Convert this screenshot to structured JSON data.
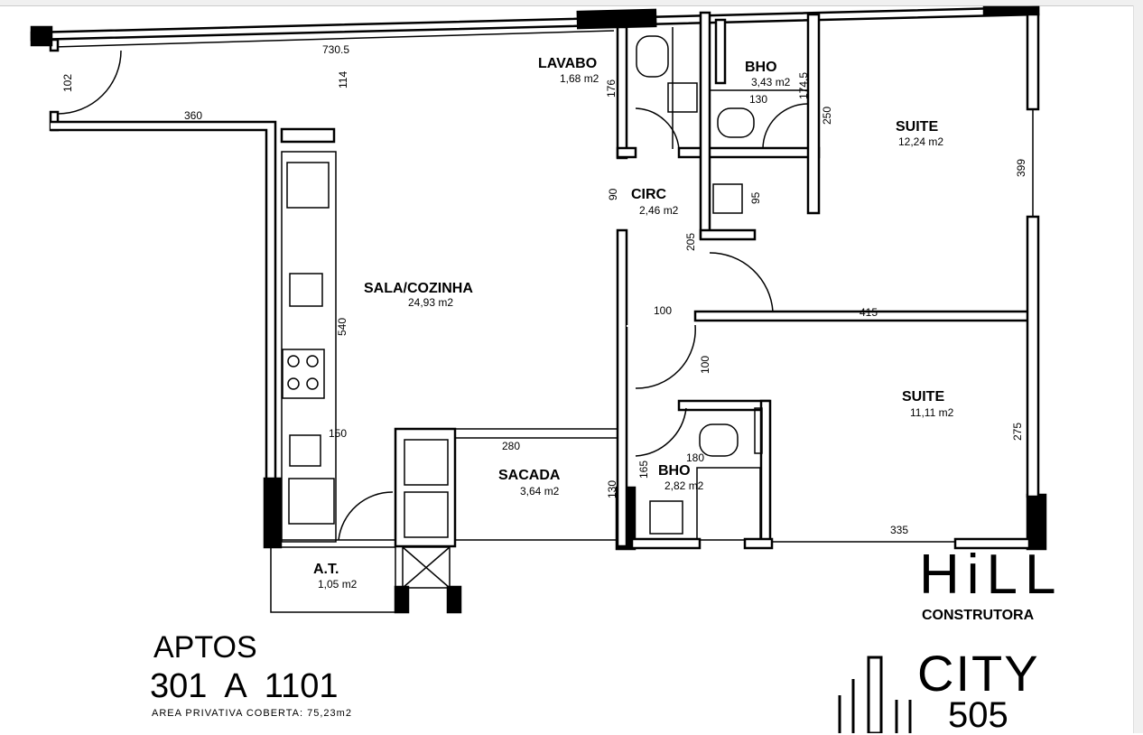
{
  "rooms": {
    "lavabo": {
      "name": "LAVABO",
      "area": "1,68 m2"
    },
    "bho_top": {
      "name": "BHO",
      "area": "3,43 m2"
    },
    "suite_top": {
      "name": "SUITE",
      "area": "12,24 m2"
    },
    "circ": {
      "name": "CIRC",
      "area": "2,46 m2"
    },
    "sala": {
      "name": "SALA/COZINHA",
      "area": "24,93 m2"
    },
    "suite_bottom": {
      "name": "SUITE",
      "area": "11,11 m2"
    },
    "sacada": {
      "name": "SACADA",
      "area": "3,64 m2"
    },
    "bho_bottom": {
      "name": "BHO",
      "area": "2,82 m2"
    },
    "at": {
      "name": "A.T.",
      "area": "1,05 m2"
    }
  },
  "dimensions": {
    "d730": "730.5",
    "d102": "102",
    "d114": "114",
    "d360": "360",
    "d176": "176",
    "d130a": "130",
    "d174": "174.5",
    "d250": "250",
    "d399": "399",
    "d90": "90",
    "d95": "95",
    "d205": "205",
    "d540": "540",
    "d100a": "100",
    "d415": "415",
    "d100b": "100",
    "d150": "150",
    "d280": "280",
    "d275": "275",
    "d180": "180",
    "d165": "165",
    "d130b": "130",
    "d335": "335"
  },
  "title": {
    "line1": "APTOS",
    "line2": "301  A  1101",
    "area_label": "AREA PRIVATIVA COBERTA: 75,23m2"
  },
  "logos": {
    "hill": "HiLL",
    "hill_sub": "CONSTRUTORA",
    "city": "CITY",
    "city_num": "505"
  }
}
